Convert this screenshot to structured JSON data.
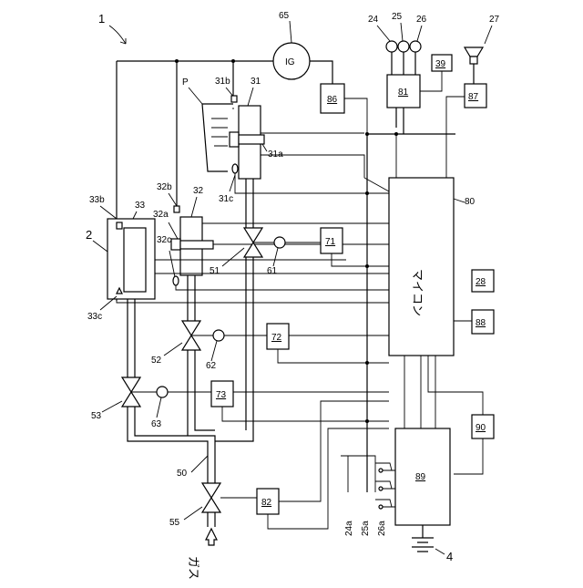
{
  "figure_label": "1",
  "system_box_label": "2",
  "labels": {
    "n24": "24",
    "n25": "25",
    "n26": "26",
    "n27": "27",
    "n65": "65",
    "ig": "IG",
    "n86": "86",
    "n81": "81",
    "n39": "39",
    "n87": "87",
    "p": "P",
    "n31b": "31b",
    "n31": "31",
    "n31a": "31a",
    "n31c": "31c",
    "n32b": "32b",
    "n32": "32",
    "n32a": "32a",
    "n32c": "32c",
    "n33b": "33b",
    "n33": "33",
    "n33c": "33c",
    "n71": "71",
    "n72": "72",
    "n73": "73",
    "n51": "51",
    "n52": "52",
    "n53": "53",
    "n61": "61",
    "n62": "62",
    "n63": "63",
    "n80": "80",
    "micom": "マイコン",
    "n28": "28",
    "n88": "88",
    "n90": "90",
    "n89": "89",
    "n50": "50",
    "n55": "55",
    "n82": "82",
    "n24a": "24a",
    "n25a": "25a",
    "n26a": "26a",
    "n4": "4",
    "gas": "ガス"
  }
}
